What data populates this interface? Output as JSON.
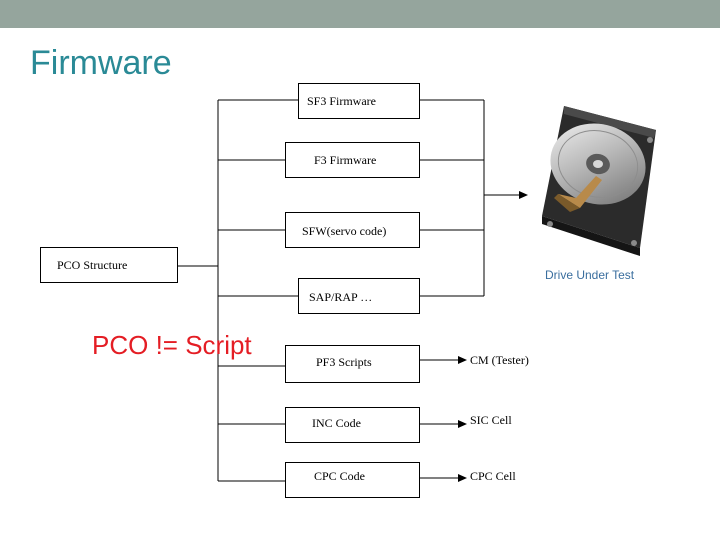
{
  "slide": {
    "title": "Firmware",
    "note": "PCO != Script"
  },
  "diagram": {
    "root": "PCO Structure",
    "branches": [
      "SF3 Firmware",
      "F3 Firmware",
      "SFW(servo code)",
      "SAP/RAP …",
      "PF3 Scripts",
      "INC Code",
      "CPC Code"
    ],
    "targets": [
      "CM (Tester)",
      "SIC Cell",
      "CPC Cell"
    ],
    "drive_label": "Drive Under Test",
    "drive_icon": "hard-drive-icon"
  }
}
